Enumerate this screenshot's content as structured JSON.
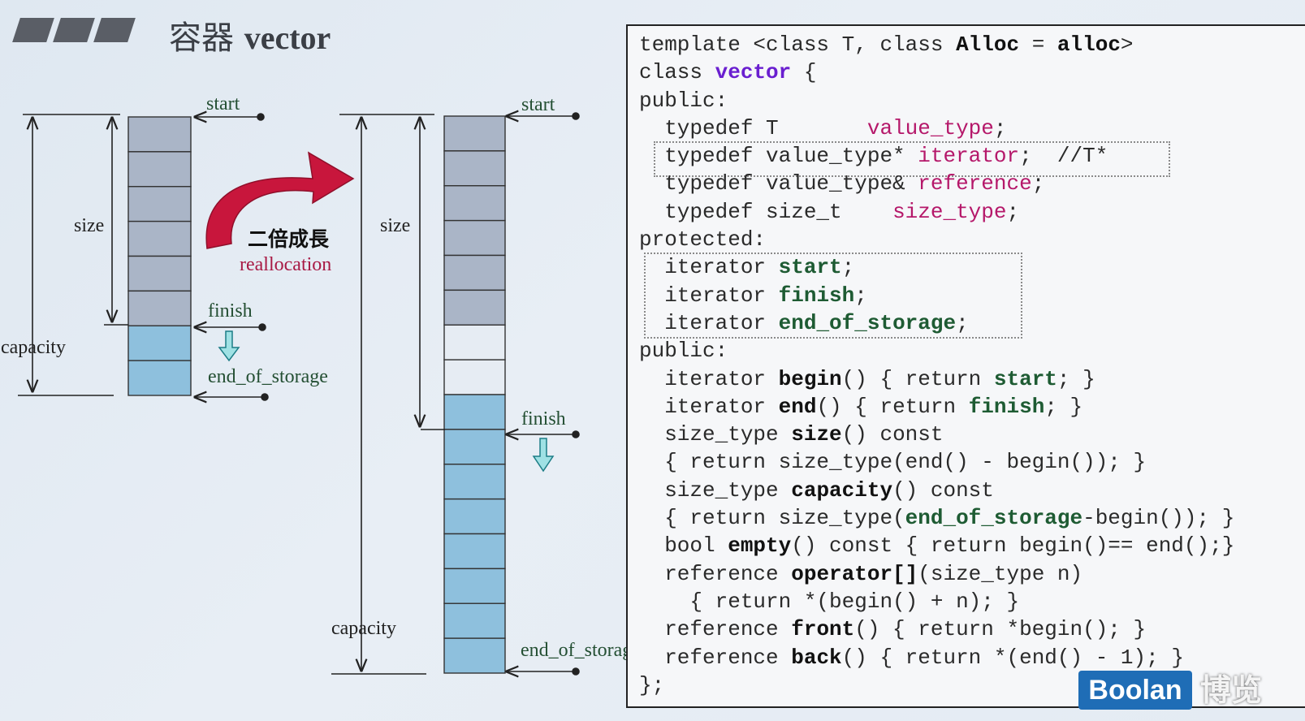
{
  "title": {
    "cn": "容器",
    "en": "vector"
  },
  "left_diagram": {
    "start": "start",
    "size": "size",
    "finish": "finish",
    "capacity": "capacity",
    "end_of_storage": "end_of_storage",
    "used_cells": 6,
    "total_cells": 8
  },
  "growth": {
    "label_cn": "二倍成長",
    "label_en": "reallocation"
  },
  "right_diagram": {
    "start": "start",
    "size": "size",
    "finish": "finish",
    "capacity": "capacity",
    "end_of_storage": "end_of_storage",
    "used_cells": 6,
    "total_cells": 16
  },
  "code": {
    "l1_a": "template <class T, class ",
    "l1_b": "Alloc",
    "l1_c": " = ",
    "l1_d": "alloc",
    "l1_e": ">",
    "l2_a": "class ",
    "l2_b": "vector",
    "l2_c": " {",
    "l3": "public:",
    "l4_a": "  typedef T       ",
    "l4_b": "value_type",
    "l4_c": ";",
    "l5_a": "  typedef value_type* ",
    "l5_b": "iterator",
    "l5_c": ";  //T*",
    "l6_a": "  typedef value_type& ",
    "l6_b": "reference",
    "l6_c": ";",
    "l7_a": "  typedef size_t    ",
    "l7_b": "size_type",
    "l7_c": ";",
    "l8": "protected:",
    "l9_a": "  iterator ",
    "l9_b": "start",
    "l9_c": ";",
    "l10_a": "  iterator ",
    "l10_b": "finish",
    "l10_c": ";",
    "l11_a": "  iterator ",
    "l11_b": "end_of_storage",
    "l11_c": ";",
    "l12": "public:",
    "l13_a": "  iterator ",
    "l13_b": "begin",
    "l13_c": "() { return ",
    "l13_d": "start",
    "l13_e": "; }",
    "l14_a": "  iterator ",
    "l14_b": "end",
    "l14_c": "() { return ",
    "l14_d": "finish",
    "l14_e": "; }",
    "l15_a": "  size_type ",
    "l15_b": "size",
    "l15_c": "() const",
    "l16": "  { return size_type(end() - begin()); }",
    "l17_a": "  size_type ",
    "l17_b": "capacity",
    "l17_c": "() const",
    "l18_a": "  { return size_type(",
    "l18_b": "end_of_storage",
    "l18_c": "-begin()); }",
    "l19_a": "  bool ",
    "l19_b": "empty",
    "l19_c": "() const { return begin()== end();}",
    "l20_a": "  reference ",
    "l20_b": "operator[]",
    "l20_c": "(size_type n)",
    "l21": "    { return *(begin() + n); }",
    "l22_a": "  reference ",
    "l22_b": "front",
    "l22_c": "() { return *begin(); }",
    "l23_a": "  reference ",
    "l23_b": "back",
    "l23_c": "() { return *(end() - 1); }",
    "l24": "};"
  },
  "logo": {
    "en": "Boolan",
    "cn": "博览"
  }
}
